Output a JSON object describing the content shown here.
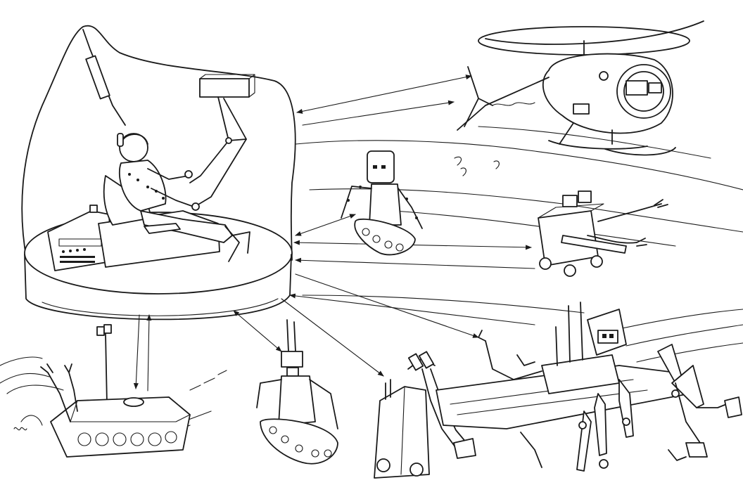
{
  "image": {
    "kind": "line-drawing",
    "ink_color": "#1a1a1a",
    "paper_color": "#ffffff"
  },
  "subjects": [
    "operator-in-telepresence-dome",
    "helicopter-robot",
    "humanoid-tracked-robot",
    "cart-manipulator-robot",
    "tank-robot",
    "small-tracked-humanoid-robot",
    "excavator-robot",
    "legged-multi-arm-robot"
  ]
}
